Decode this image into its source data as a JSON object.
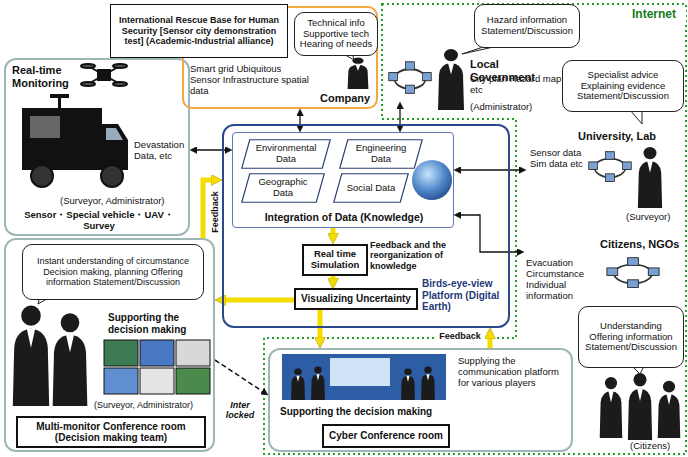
{
  "diagram": {
    "nodes": [
      {
        "text": [
          "Real-time Monitoring",
          "Devastation Data, etc",
          "(Surveyor, Administrator)",
          "Sensor・Special vehicle・UAV・Survey"
        ]
      },
      {
        "text": [
          "International Rescue Base for Human Security [Sensor city demonstration test] (Academic-Industrial alliance)"
        ]
      },
      {
        "text": [
          "Smart grid Ubiquitous Sensor Infrastructure spatial data",
          "Company"
        ]
      },
      {
        "text": [
          "Technical info Supportive tech Hearing of needs"
        ],
        "in": 2
      },
      {
        "text": [
          "Local Government",
          "City plan Hazard map etc"
        ]
      },
      {
        "text": [
          "Hazard information Statement/Discussion"
        ]
      },
      {
        "text": [
          "University, Lab",
          "Sensor data Sim data etc"
        ]
      },
      {
        "text": [
          "Specialist advice Explaining evidence Statement/Discussion"
        ]
      },
      {
        "text": [
          "Citizens, NGOs",
          "Evacuation Circumstance Individual information"
        ]
      },
      {
        "text": [
          "Understanding Offering information Statement/Discussion"
        ]
      },
      {
        "text": [
          "Birds-eye-view Platform (Digital Earth)"
        ]
      },
      {
        "text": [
          "Integration of Data (Knowledge)"
        ],
        "in": 10
      },
      {
        "text": [
          "Environmental Data"
        ],
        "in": 11
      },
      {
        "text": [
          "Engineering Data"
        ],
        "in": 11
      },
      {
        "text": [
          "Geographic Data"
        ],
        "in": 11
      },
      {
        "text": [
          "Social Data"
        ],
        "in": 11
      },
      {
        "text": [
          "Real time Simulation"
        ],
        "in": 10
      },
      {
        "text": [
          "Visualizing Uncertainty"
        ],
        "in": 10
      },
      {
        "text": [
          "Supporting the decision making",
          "(Surveyor, Administrator)"
        ]
      },
      {
        "text": [
          "Instant understanding of circumstance Decision making, planning Offering information Statement/Discussion"
        ],
        "in": 18
      },
      {
        "text": [
          "Multi-monitor Conference room (Decision making team)"
        ],
        "in": 18
      },
      {
        "text": [
          "Supporting the decision making",
          "Supplying the communication platform for various players"
        ]
      },
      {
        "text": [
          "Cyber Conference room"
        ],
        "in": 21
      }
    ],
    "edges": [
      {
        "from": 0,
        "to": 11,
        "arrow": "both"
      },
      {
        "from": 2,
        "to": 11,
        "arrow": "both"
      },
      {
        "from": 4,
        "to": 11,
        "arrow": "both"
      },
      {
        "from": 6,
        "to": 11,
        "arrow": "both"
      },
      {
        "from": 8,
        "to": 11,
        "arrow": "both"
      },
      {
        "from": 18,
        "to": 10,
        "arrow": "to",
        "label": "Feedback"
      },
      {
        "from": 11,
        "to": 16,
        "arrow": "to"
      },
      {
        "from": 16,
        "to": 17,
        "arrow": "to"
      },
      {
        "from": 17,
        "to": 18,
        "arrow": "to"
      },
      {
        "from": 17,
        "to": 21,
        "arrow": "to"
      },
      {
        "from": 21,
        "to": 10,
        "arrow": "to",
        "label": "Feedback"
      },
      {
        "from": 18,
        "to": 21,
        "arrow": "to",
        "label": "Inter locked"
      }
    ],
    "labels": [
      "Internet",
      "(Administrator)",
      "(Surveyor)",
      "(Citizens)",
      "Feedback and the reorganization of knowledge"
    ]
  }
}
